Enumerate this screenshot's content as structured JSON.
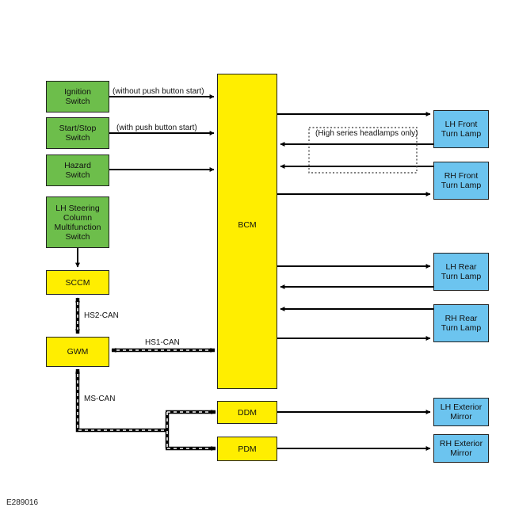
{
  "boxes": {
    "ignition": "Ignition\nSwitch",
    "start_stop": "Start/Stop\nSwitch",
    "hazard": "Hazard\nSwitch",
    "lh_steering": "LH Steering\nColumn\nMultifunction\nSwitch",
    "sccm": "SCCM",
    "gwm": "GWM",
    "bcm": "BCM",
    "ddm": "DDM",
    "pdm": "PDM",
    "lh_front_turn": "LH Front\nTurn Lamp",
    "rh_front_turn": "RH Front\nTurn Lamp",
    "lh_rear_turn": "LH Rear\nTurn Lamp",
    "rh_rear_turn": "RH Rear\nTurn Lamp",
    "lh_mirror": "LH Exterior\nMirror",
    "rh_mirror": "RH Exterior\nMirror"
  },
  "labels": {
    "without_push": "(without push button start)",
    "with_push": "(with push button start)",
    "high_series": "(High series headlamps only)",
    "hs2_can": "HS2-CAN",
    "hs1_can": "HS1-CAN",
    "ms_can": "MS-CAN"
  },
  "reference": "E289016",
  "colors": {
    "switch_fill": "#6dbe4b",
    "module_fill": "#ffee00",
    "lamp_fill": "#6cc4ef"
  }
}
